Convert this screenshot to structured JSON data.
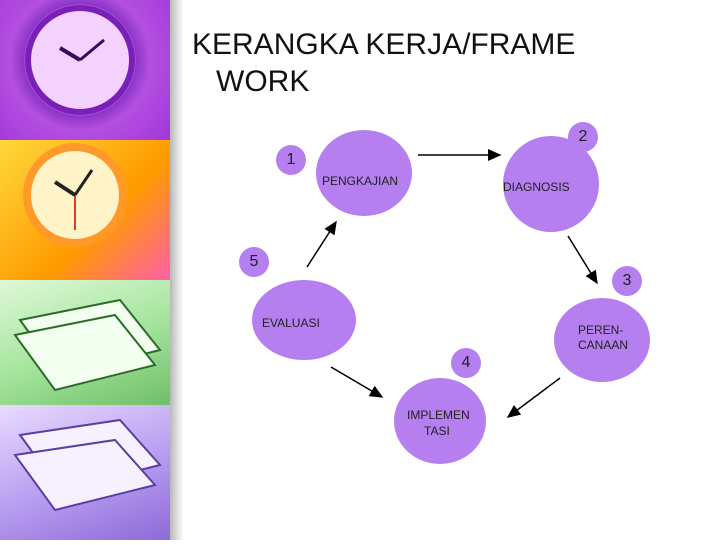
{
  "title": {
    "line1": "KERANGKA KERJA/FRAME",
    "line2": "WORK"
  },
  "nodes": {
    "pengkajian": "PENGKAJIAN",
    "diagnosis": "DIAGNOSIS",
    "perencanaan_1": "PEREN-",
    "perencanaan_2": "CANAAN",
    "implementasi_1": "IMPLEMEN",
    "implementasi_2": "TASI",
    "evaluasi": "EVALUASI"
  },
  "badges": {
    "b1": "1",
    "b2": "2",
    "b3": "3",
    "b4": "4",
    "b5": "5"
  },
  "colors": {
    "node": "#b57ff0",
    "arrow": "#000000"
  }
}
